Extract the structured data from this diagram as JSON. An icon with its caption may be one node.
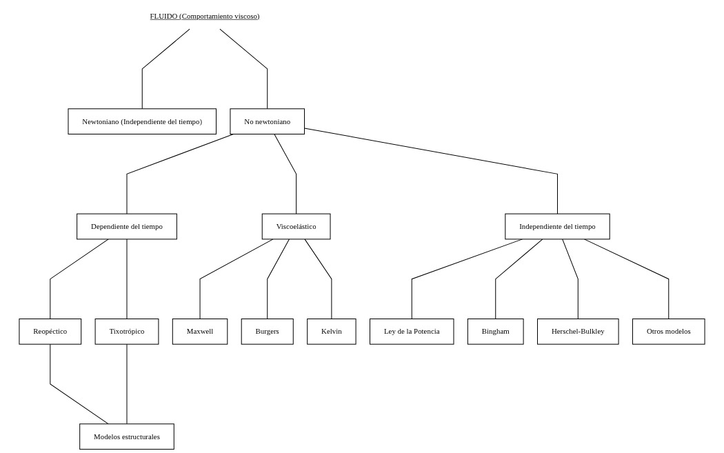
{
  "diagram": {
    "nodes": [
      {
        "text": [
          "FLUIDO (Comportamiento viscoso)"
        ]
      },
      {
        "text": [
          "Newtoniano (Independiente del tiempo)"
        ]
      },
      {
        "text": [
          "No newtoniano"
        ]
      },
      {
        "text": [
          "Dependiente del tiempo"
        ]
      },
      {
        "text": [
          "Viscoelástico"
        ]
      },
      {
        "text": [
          "Reopéctico"
        ]
      },
      {
        "text": [
          "Tixotrópico"
        ]
      },
      {
        "text": [
          "Modelos estructurales"
        ]
      },
      {
        "text": [
          "Maxwell"
        ]
      },
      {
        "text": [
          "Burgers"
        ]
      },
      {
        "text": [
          "Kelvin"
        ]
      },
      {
        "text": [
          "Independiente del tiempo"
        ]
      },
      {
        "text": [
          "Ley de la Potencia"
        ]
      },
      {
        "text": [
          "Bingham"
        ]
      },
      {
        "text": [
          "Herschel-Bulkley"
        ]
      },
      {
        "text": [
          "Otros modelos"
        ]
      }
    ],
    "edges": [
      {
        "from": 0,
        "to": 1,
        "arrow": "none"
      },
      {
        "from": 0,
        "to": 2,
        "arrow": "none"
      },
      {
        "from": 2,
        "to": 3,
        "arrow": "none"
      },
      {
        "from": 2,
        "to": 4,
        "arrow": "none"
      },
      {
        "from": 2,
        "to": 11,
        "arrow": "none"
      },
      {
        "from": 3,
        "to": 5,
        "arrow": "none"
      },
      {
        "from": 3,
        "to": 6,
        "arrow": "none"
      },
      {
        "from": 5,
        "to": 7,
        "arrow": "none"
      },
      {
        "from": 6,
        "to": 7,
        "arrow": "none"
      },
      {
        "from": 4,
        "to": 8,
        "arrow": "none"
      },
      {
        "from": 4,
        "to": 9,
        "arrow": "none"
      },
      {
        "from": 4,
        "to": 10,
        "arrow": "none"
      },
      {
        "from": 11,
        "to": 12,
        "arrow": "none"
      },
      {
        "from": 11,
        "to": 13,
        "arrow": "none"
      },
      {
        "from": 11,
        "to": 14,
        "arrow": "none"
      },
      {
        "from": 11,
        "to": 15,
        "arrow": "none"
      }
    ]
  }
}
